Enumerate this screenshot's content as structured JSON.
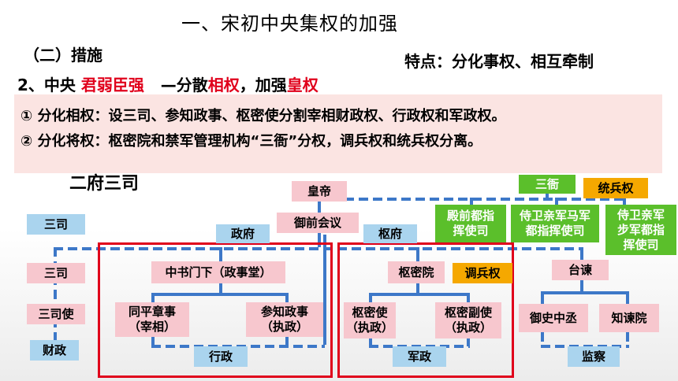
{
  "title": "一、宋初中央集权的加强",
  "measures_heading": "（二）措施",
  "features": "特点：分化事权、相互牵制",
  "central": {
    "prefix": "2、中央 ",
    "red1": "君弱臣强",
    "mid": "   —分散",
    "red2": "相权",
    "mid2": "，加强",
    "red3": "皇权"
  },
  "points": [
    "①  分化相权：设三司、参知政事、枢密使分割宰相财政权、行政权和军政权。",
    "②  分化将权：枢密院和禁军管理机构“三衙”分权，调兵权和统兵权分离。"
  ],
  "chart_title": "二府三司",
  "nodes": {
    "emperor": "皇帝",
    "council": "御前会议",
    "zhengfu": "政府",
    "shufu": "枢府",
    "sansi_label": "三司",
    "sansi": "三司",
    "sansishi": "三司使",
    "caizheng": "财政",
    "zhongshu": "中书门下（政事堂）",
    "tongping": "同平章事\n（宰相）",
    "canzhi": "参知政事\n（执政）",
    "xingzheng": "行政",
    "shumiyuan": "枢密院",
    "diaobing": "调兵权",
    "shumishi": "枢密使\n（执政）",
    "shumifushi": "枢密副使\n（执政）",
    "junzheng": "军政",
    "sanya": "三衙",
    "tongbing": "统兵权",
    "dianqian": "殿前都指\n挥使司",
    "mjun": "侍卫亲军马军\n都指挥使司",
    "bujun": "侍卫亲军\n步军都指\n挥使司",
    "taijian": "台谏",
    "yushi": "御史中丞",
    "zhijian": "知谏院",
    "jiancha": "监察"
  },
  "colors": {
    "accent_red": "#e0001b",
    "node_pink": "#f7c7ce",
    "node_blue": "#aad4ee",
    "node_green": "#5bbf2b",
    "node_gold": "#f5a800",
    "connector": "#3d78c8"
  }
}
